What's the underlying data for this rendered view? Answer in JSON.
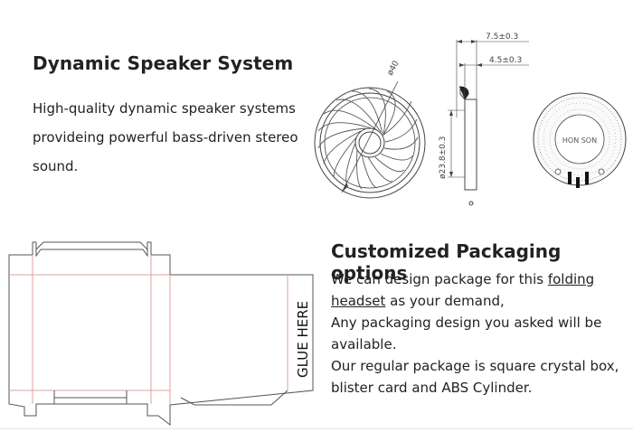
{
  "speaker_section": {
    "title": "Dynamic Speaker System",
    "description": "High-quality dynamic speaker systems provideing powerful bass-driven stereo sound."
  },
  "speaker_drawing": {
    "dim_diameter_outer": "ø40",
    "dim_diameter_inner": "ø23.8±0.3",
    "dim_depth_total": "7.5±0.3",
    "dim_depth_body": "4.5±0.3",
    "back_label": "HON SON"
  },
  "packaging_drawing": {
    "glue_label": "GLUE HERE"
  },
  "packaging_section": {
    "title": "Customized Packaging options",
    "line1_prefix": "We can design package for this ",
    "line1_link": "folding headset",
    "line1_suffix": " as your demand,",
    "line2": "Any packaging design you asked will be available.",
    "line3": "Our regular package is square crystal box, blister card and ABS Cylinder."
  }
}
